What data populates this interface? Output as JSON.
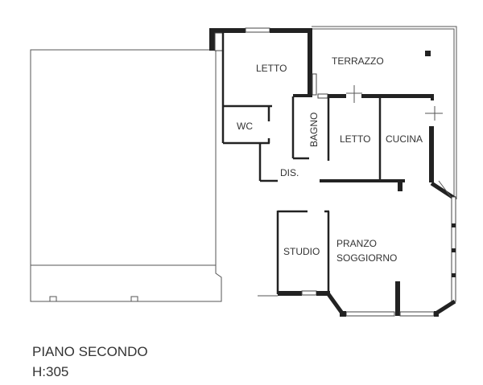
{
  "floor_plan": {
    "rooms": {
      "letto_1": "LETTO",
      "terrazzo": "TERRAZZO",
      "wc": "WC",
      "bagno": "BAGNO",
      "letto_2": "LETTO",
      "cucina": "CUCINA",
      "dis": "DIS.",
      "studio": "STUDIO",
      "pranzo": "PRANZO",
      "soggiorno": "SOGGIORNO"
    },
    "title": "PIANO SECONDO",
    "height": "H:305"
  }
}
